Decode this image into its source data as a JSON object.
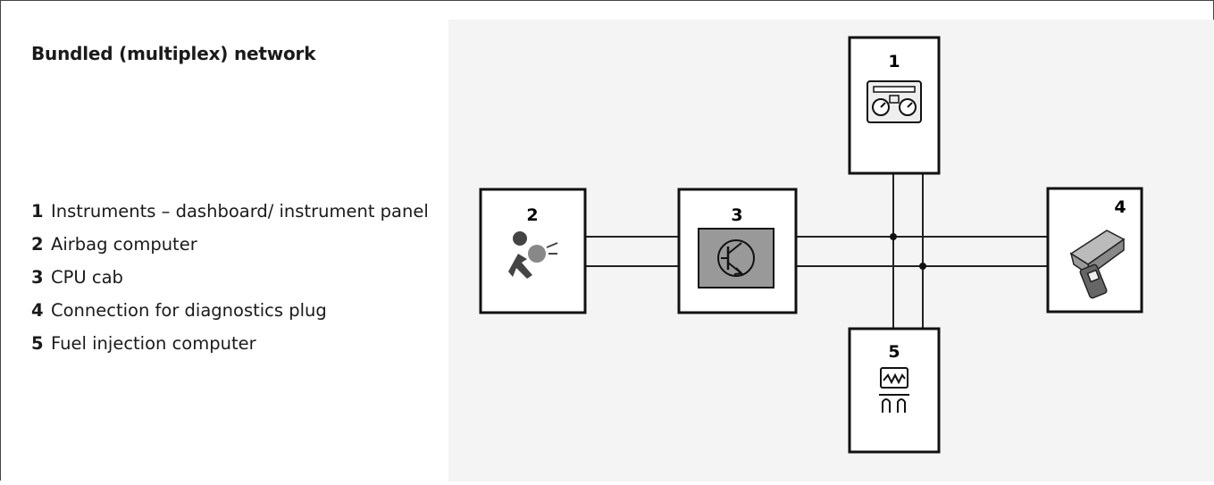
{
  "title": "Bundled (multiplex) network",
  "legend": [
    {
      "num": "1",
      "text": "Instruments – dashboard/ instrument panel"
    },
    {
      "num": "2",
      "text": "Airbag computer"
    },
    {
      "num": "3",
      "text": "CPU cab"
    },
    {
      "num": "4",
      "text": "Connection for diagnostics plug"
    },
    {
      "num": "5",
      "text": "Fuel injection computer"
    }
  ],
  "diagram": {
    "boxes": [
      {
        "label": "1",
        "icon": "instrument-cluster-icon"
      },
      {
        "label": "2",
        "icon": "airbag-icon"
      },
      {
        "label": "3",
        "icon": "transistor-icon"
      },
      {
        "label": "4",
        "icon": "diagnostic-plug-icon"
      },
      {
        "label": "5",
        "icon": "injection-computer-icon"
      }
    ]
  }
}
